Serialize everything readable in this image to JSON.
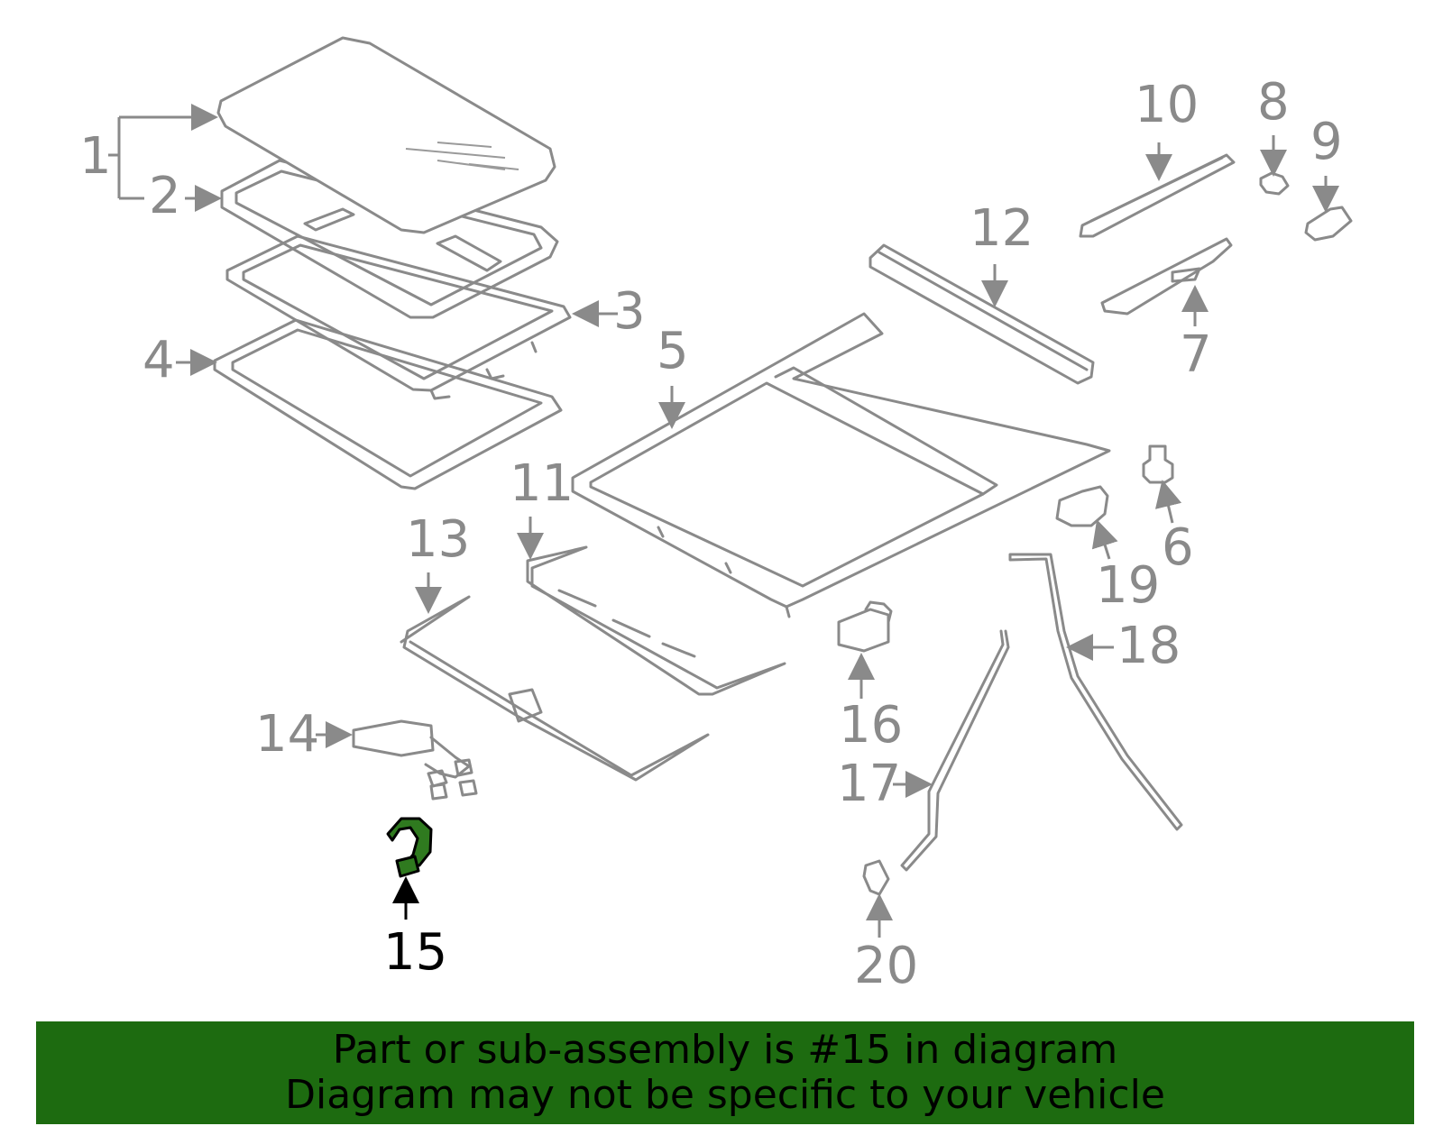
{
  "callouts": {
    "c1": "1",
    "c2": "2",
    "c3": "3",
    "c4": "4",
    "c5": "5",
    "c6": "6",
    "c7": "7",
    "c8": "8",
    "c9": "9",
    "c10": "10",
    "c11": "11",
    "c12": "12",
    "c13": "13",
    "c14": "14",
    "c15": "15",
    "c16": "16",
    "c17": "17",
    "c18": "18",
    "c19": "19",
    "c20": "20"
  },
  "highlighted_part": "15",
  "colors": {
    "highlight": "#2f7a1f",
    "banner": "#1d6b10",
    "line": "#8a8a8a"
  },
  "banner": {
    "line1": "Part or sub-assembly is #15 in diagram",
    "line2": "Diagram may not be specific to your vehicle"
  }
}
